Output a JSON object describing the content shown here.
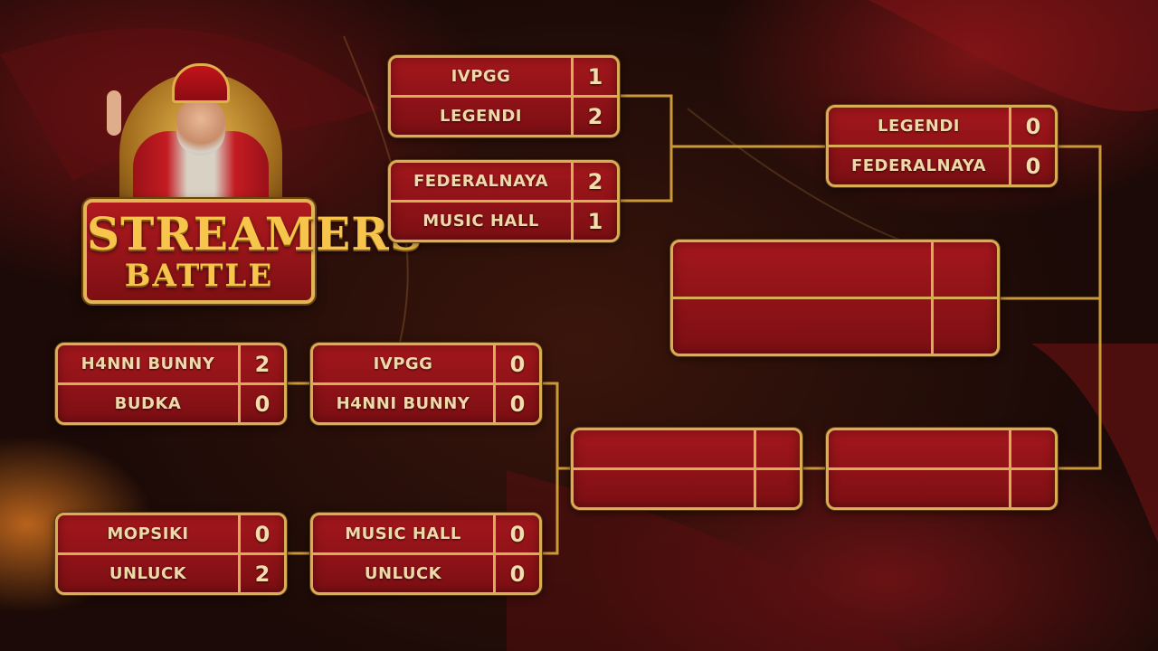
{
  "logo": {
    "line1": "STREAMERS",
    "line2": "BATTLE"
  },
  "colors": {
    "gold": "#d8ad55",
    "card_red": "#a3171c",
    "text": "#f0d9a8"
  },
  "upper_bracket": {
    "quarterfinal_1": {
      "team1": "IVPGG",
      "score1": "1",
      "team2": "LEGENDI",
      "score2": "2"
    },
    "quarterfinal_2": {
      "team1": "FEDERALNAYA",
      "score1": "2",
      "team2": "MUSIC HALL",
      "score2": "1"
    },
    "semifinal": {
      "team1": "LEGENDI",
      "score1": "0",
      "team2": "FEDERALNAYA",
      "score2": "0"
    }
  },
  "grand_final": {
    "team1": "",
    "score1": "",
    "team2": "",
    "score2": ""
  },
  "lower_bracket": {
    "round1_a": {
      "team1": "H4NNI BUNNY",
      "score1": "2",
      "team2": "BUDKA",
      "score2": "0"
    },
    "round1_b": {
      "team1": "MOPSIKI",
      "score1": "0",
      "team2": "UNLUCK",
      "score2": "2"
    },
    "round2_a": {
      "team1": "IVPGG",
      "score1": "0",
      "team2": "H4NNI BUNNY",
      "score2": "0"
    },
    "round2_b": {
      "team1": "MUSIC HALL",
      "score1": "0",
      "team2": "UNLUCK",
      "score2": "0"
    },
    "semifinal": {
      "team1": "",
      "score1": "",
      "team2": "",
      "score2": ""
    },
    "final": {
      "team1": "",
      "score1": "",
      "team2": "",
      "score2": ""
    }
  }
}
